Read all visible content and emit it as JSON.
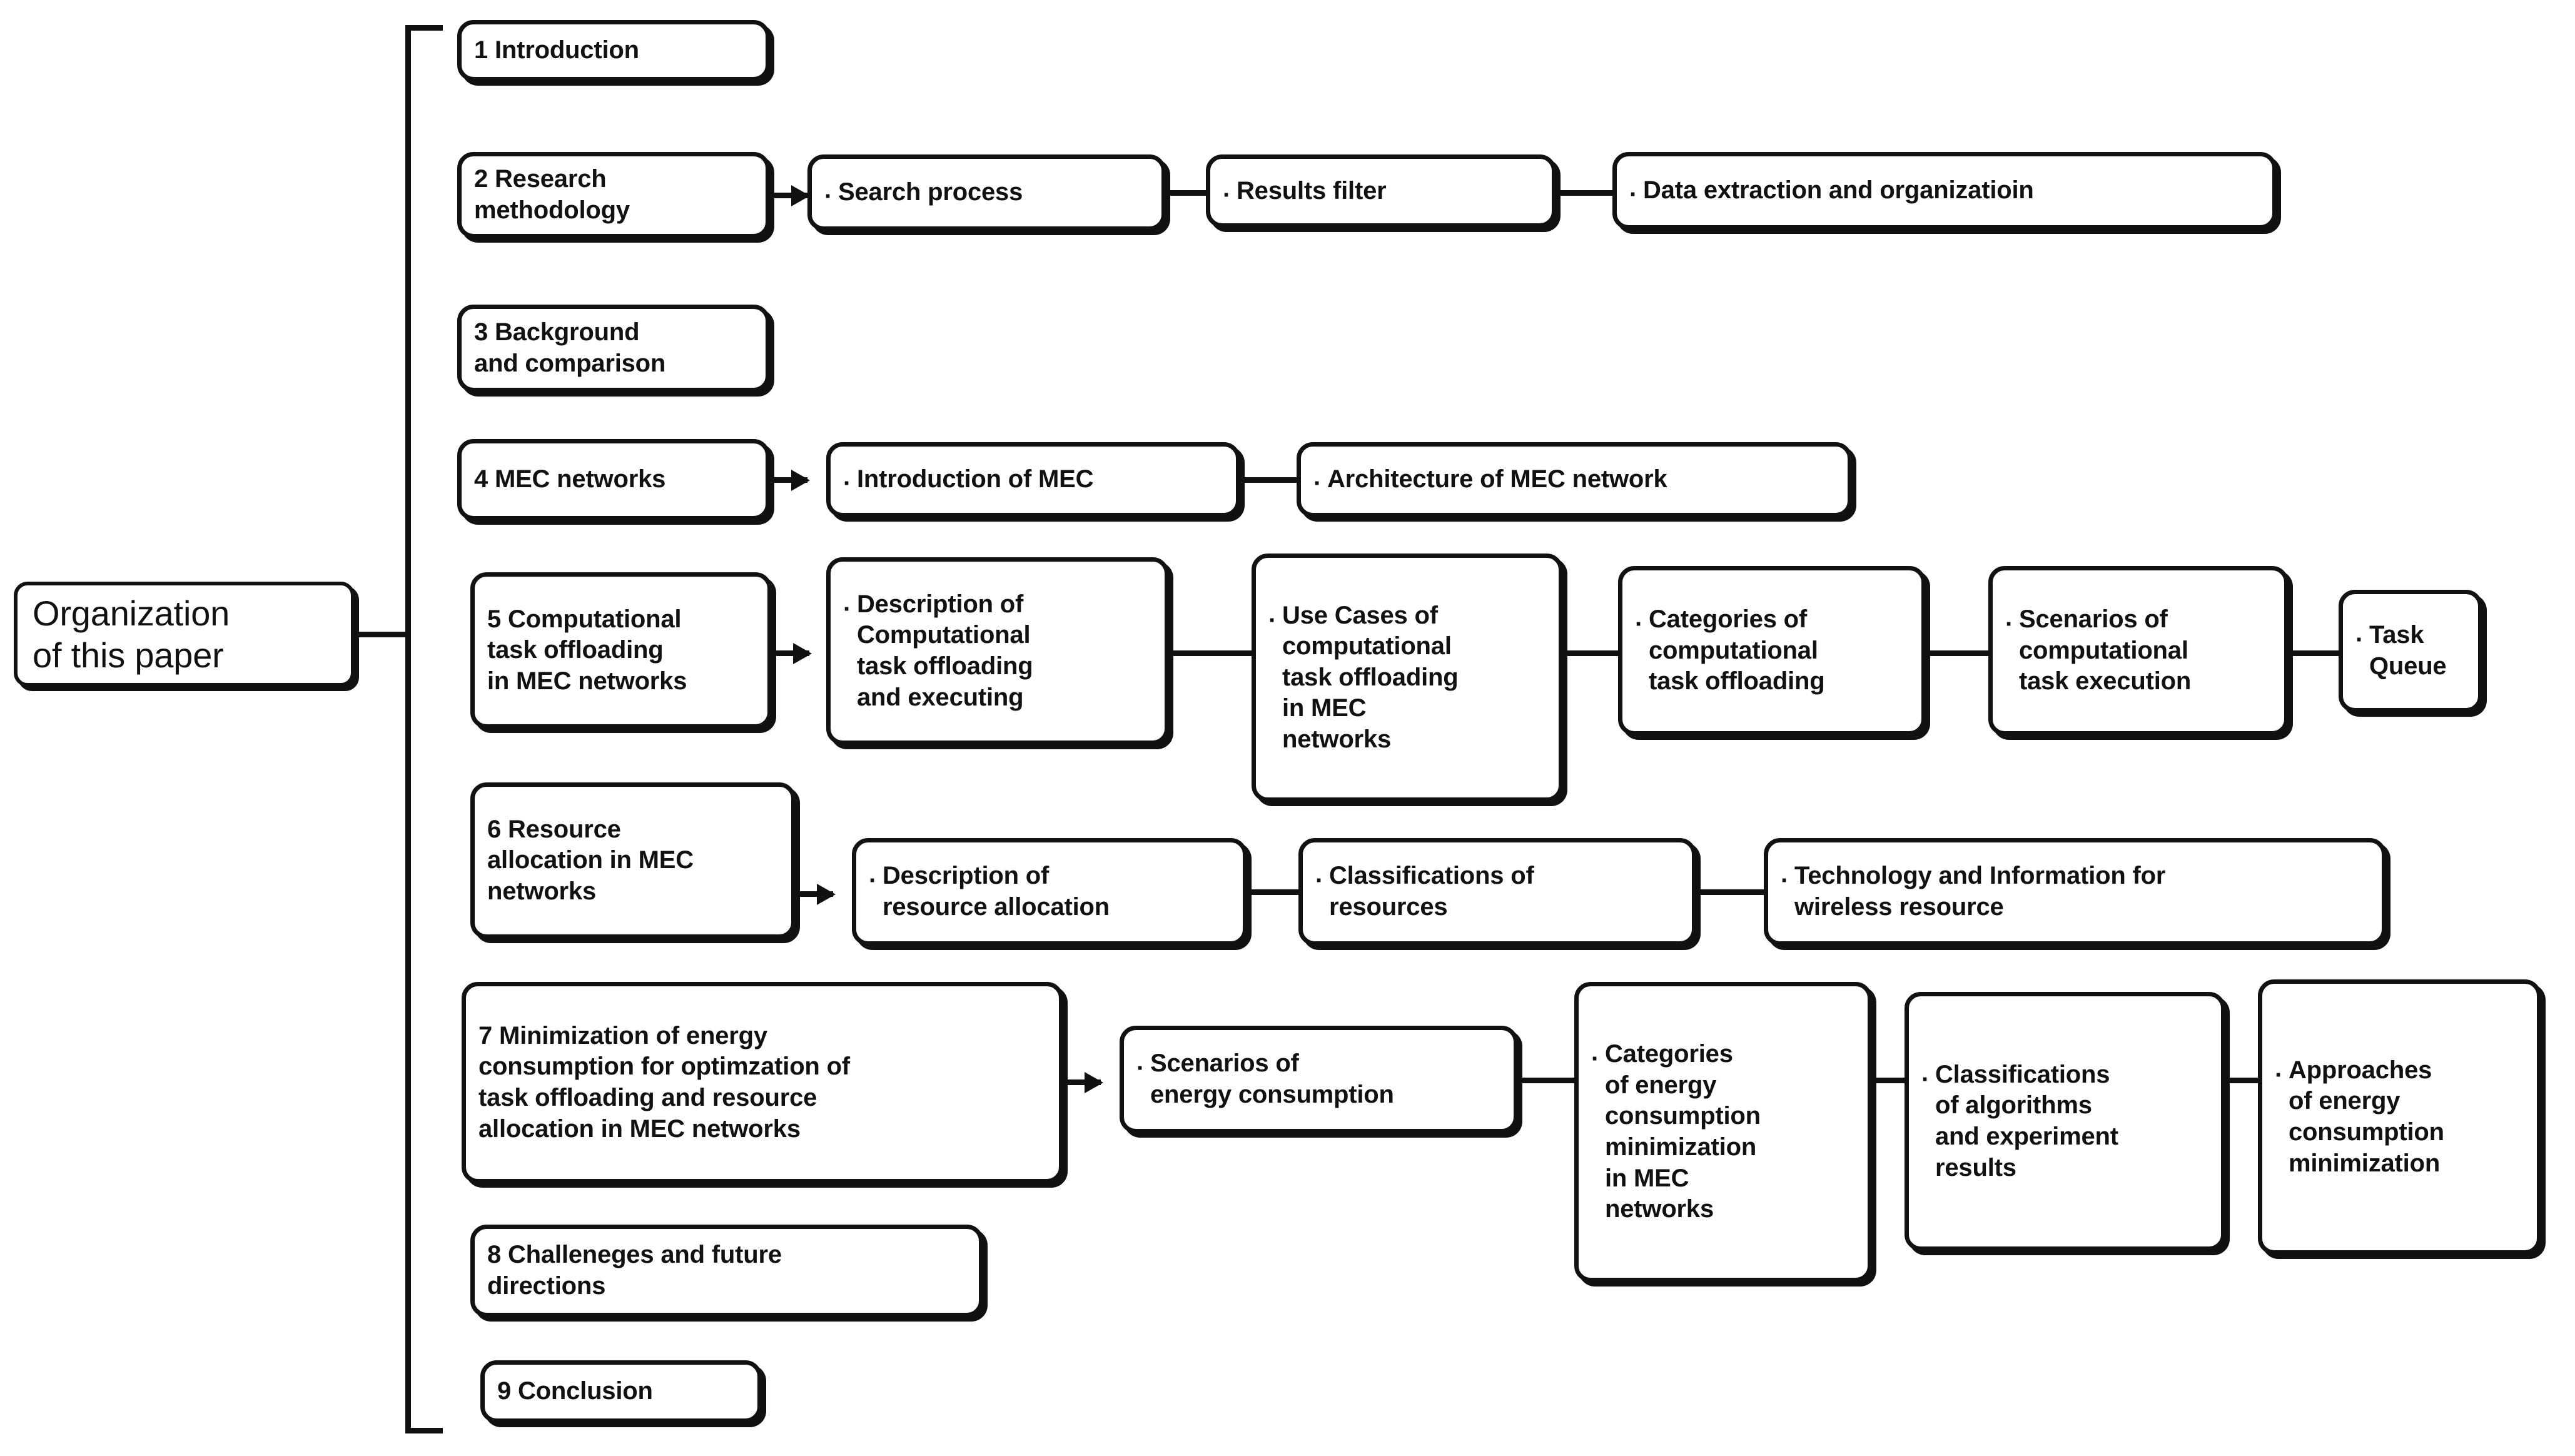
{
  "diagram": {
    "title": "Organization of this paper",
    "root": {
      "label": "Organization\nof this paper"
    },
    "bullet_glyph": "·",
    "colors": {
      "stroke": "#111111",
      "fill": "#ffffff",
      "background": "#ffffff"
    },
    "sections": [
      {
        "id": "sec1",
        "label": "1 Introduction",
        "children": []
      },
      {
        "id": "sec2",
        "label": "2 Research\nmethodology",
        "children": [
          {
            "label": "Search process"
          },
          {
            "label": "Results filter"
          },
          {
            "label": "Data extraction and organizatioin"
          }
        ]
      },
      {
        "id": "sec3",
        "label": "3 Background\nand comparison",
        "children": []
      },
      {
        "id": "sec4",
        "label": "4 MEC networks",
        "children": [
          {
            "label": "Introduction of MEC"
          },
          {
            "label": "Architecture of MEC network"
          }
        ]
      },
      {
        "id": "sec5",
        "label": "5 Computational\ntask offloading\nin MEC networks",
        "children": [
          {
            "label": "Description of\nComputational\ntask offloading\nand executing"
          },
          {
            "label": "Use Cases of\ncomputational\ntask offloading\nin MEC\nnetworks"
          },
          {
            "label": "Categories of\ncomputational\ntask offloading"
          },
          {
            "label": "Scenarios of\ncomputational\ntask execution"
          },
          {
            "label": "Task\nQueue"
          }
        ]
      },
      {
        "id": "sec6",
        "label": "6 Resource\nallocation in MEC\nnetworks",
        "children": [
          {
            "label": "Description of\nresource allocation"
          },
          {
            "label": "Classifications of\nresources"
          },
          {
            "label": "Technology and Information for\nwireless resource"
          }
        ]
      },
      {
        "id": "sec7",
        "label": "7 Minimization of energy\nconsumption for optimzation of\ntask offloading and resource\nallocation in MEC networks",
        "children": [
          {
            "label": "Scenarios of\nenergy consumption"
          },
          {
            "label": "Categories\nof energy\nconsumption\nminimization\nin MEC\nnetworks"
          },
          {
            "label": "Classifications\nof algorithms\nand experiment\nresults"
          },
          {
            "label": "Approaches\nof energy\nconsumption\nminimization"
          }
        ]
      },
      {
        "id": "sec8",
        "label": "8 Challeneges and future\ndirections",
        "children": []
      },
      {
        "id": "sec9",
        "label": "9 Conclusion",
        "children": []
      }
    ]
  }
}
